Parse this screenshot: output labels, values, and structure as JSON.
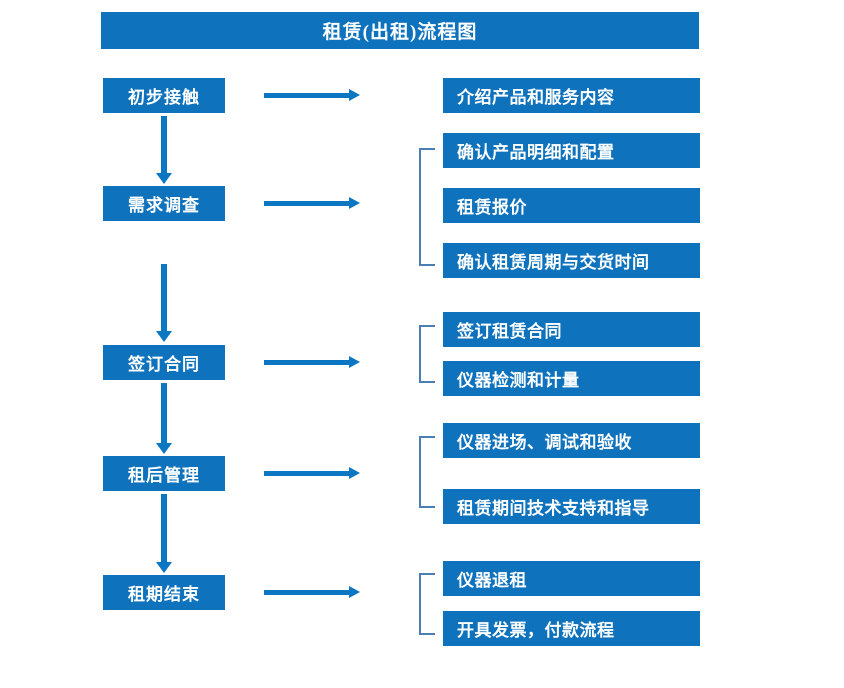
{
  "diagram": {
    "title": "租赁(出租)流程图",
    "colors": {
      "box_fill": "#0f72bd",
      "box_text": "#ffffff",
      "arrow": "#0b76c2",
      "bracket": "#4a7fb5",
      "background": "#ffffff"
    }
  },
  "stages": [
    {
      "id": "stage-1",
      "label": "初步接触"
    },
    {
      "id": "stage-2",
      "label": "需求调查"
    },
    {
      "id": "stage-3",
      "label": "签订合同"
    },
    {
      "id": "stage-4",
      "label": "租后管理"
    },
    {
      "id": "stage-5",
      "label": "租期结束"
    }
  ],
  "details": [
    {
      "id": "detail-1-1",
      "label": "介绍产品和服务内容"
    },
    {
      "id": "detail-2-1",
      "label": "确认产品明细和配置"
    },
    {
      "id": "detail-2-2",
      "label": "租赁报价"
    },
    {
      "id": "detail-2-3",
      "label": "确认租赁周期与交货时间"
    },
    {
      "id": "detail-3-1",
      "label": "签订租赁合同"
    },
    {
      "id": "detail-3-2",
      "label": "仪器检测和计量"
    },
    {
      "id": "detail-4-1",
      "label": "仪器进场、调试和验收"
    },
    {
      "id": "detail-4-2",
      "label": "租赁期间技术支持和指导"
    },
    {
      "id": "detail-5-1",
      "label": "仪器退租"
    },
    {
      "id": "detail-5-2",
      "label": "开具发票，付款流程"
    }
  ],
  "groups": [
    {
      "id": "group-2",
      "stage": "需求调查",
      "members": [
        "确认产品明细和配置",
        "租赁报价",
        "确认租赁周期与交货时间"
      ]
    },
    {
      "id": "group-3",
      "stage": "签订合同",
      "members": [
        "签订租赁合同",
        "仪器检测和计量"
      ]
    },
    {
      "id": "group-4",
      "stage": "租后管理",
      "members": [
        "仪器进场、调试和验收",
        "租赁期间技术支持和指导"
      ]
    },
    {
      "id": "group-5",
      "stage": "租期结束",
      "members": [
        "仪器退租",
        "开具发票，付款流程"
      ]
    }
  ],
  "flow_sequence": [
    {
      "from": "初步接触",
      "to": "需求调查"
    },
    {
      "from": "需求调查",
      "to": "签订合同"
    },
    {
      "from": "签订合同",
      "to": "租后管理"
    },
    {
      "from": "租后管理",
      "to": "租期结束"
    }
  ]
}
